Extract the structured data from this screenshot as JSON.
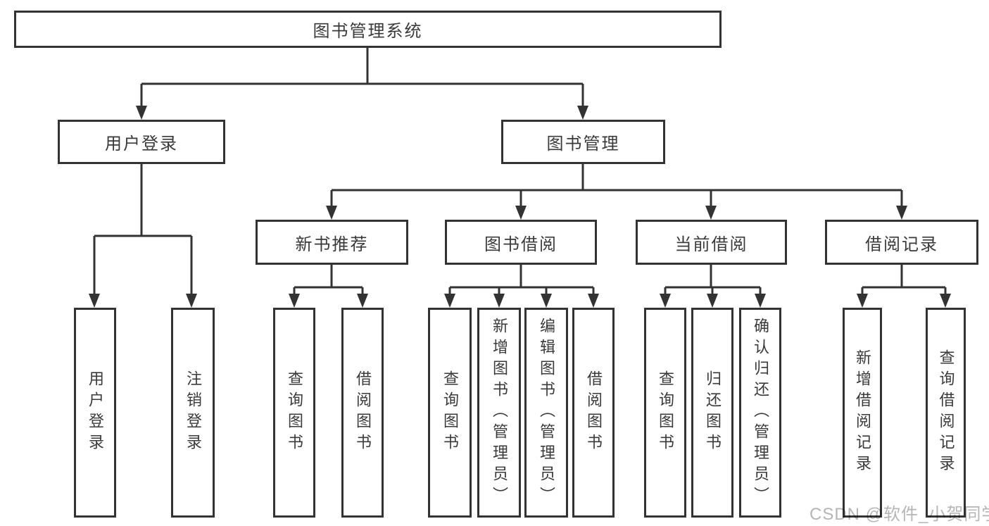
{
  "diagram_title": "图书管理系统",
  "tree": {
    "label": "图书管理系统",
    "children": [
      {
        "label": "用户登录",
        "children": [
          {
            "label": "用户登录"
          },
          {
            "label": "注销登录"
          }
        ]
      },
      {
        "label": "图书管理",
        "children": [
          {
            "label": "新书推荐",
            "children": [
              {
                "label": "查询图书"
              },
              {
                "label": "借阅图书"
              }
            ]
          },
          {
            "label": "图书借阅",
            "children": [
              {
                "label": "查询图书"
              },
              {
                "label": "新增图书（管理员）"
              },
              {
                "label": "编辑图书（管理员）"
              },
              {
                "label": "借阅图书"
              }
            ]
          },
          {
            "label": "当前借阅",
            "children": [
              {
                "label": "查询图书"
              },
              {
                "label": "归还图书"
              },
              {
                "label": "确认归还（管理员）"
              }
            ]
          },
          {
            "label": "借阅记录",
            "children": [
              {
                "label": "新增借阅记录"
              },
              {
                "label": "查询借阅记录"
              }
            ]
          }
        ]
      }
    ]
  },
  "watermark": {
    "text": "CSDN @软件_小贺同学"
  },
  "colors": {
    "line": "#333333",
    "border": "#333333",
    "text": "#3a3a3a",
    "background": "#ffffff",
    "watermark": "#b5b5b5"
  }
}
